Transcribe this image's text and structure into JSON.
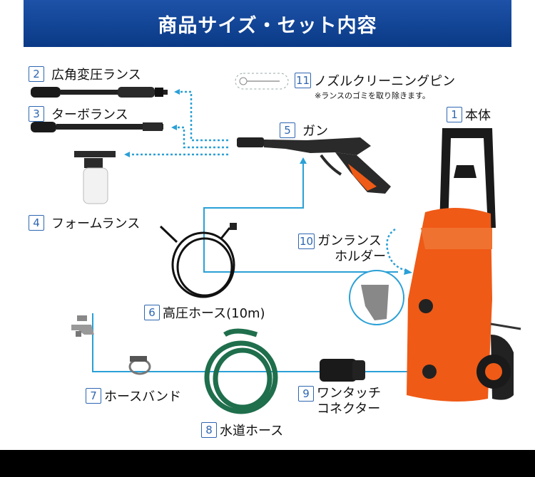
{
  "header": {
    "title": "商品サイズ・セット内容"
  },
  "items": [
    {
      "num": "1",
      "label": "本体"
    },
    {
      "num": "2",
      "label": "広角変圧ランス"
    },
    {
      "num": "3",
      "label": "ターボランス"
    },
    {
      "num": "4",
      "label": "フォームランス"
    },
    {
      "num": "5",
      "label": "ガン"
    },
    {
      "num": "6",
      "label": "高圧ホース(10m)"
    },
    {
      "num": "7",
      "label": "ホースバンド"
    },
    {
      "num": "8",
      "label": "水道ホース"
    },
    {
      "num": "9",
      "label_line1": "ワンタッチ",
      "label_line2": "コネクター"
    },
    {
      "num": "10",
      "label_line1": "ガンランス",
      "label_line2": "ホルダー"
    },
    {
      "num": "11",
      "label": "ノズルクリーニングピン",
      "note": "※ランスのゴミを取り除きます。"
    }
  ],
  "colors": {
    "accent": "#2e66b1",
    "product": "#ef5a16",
    "banner": "#1d52a8"
  }
}
